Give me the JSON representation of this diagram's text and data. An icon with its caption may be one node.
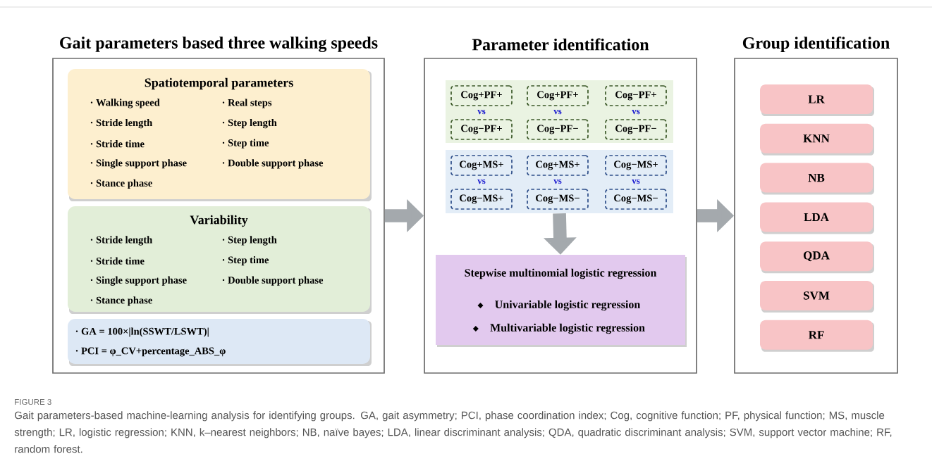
{
  "diagram": {
    "caption": "Gait parameters-based machine-learning analysis for identifying groups. GA, gait asymmetry; PCI, phase coordination index; Cog, cognitive function; PF, physical function; MS, muscle strength; LR, logistic regression; KNN, k–nearest neighbors; NB, naïve bayes; LDA, linear discriminant analysis; QDA, quadratic discriminant analysis; SVM, support vector machine; RF, random forest.",
    "nodes": [
      {
        "text": [
          "Gait parameters based three walking speeds"
        ]
      },
      {
        "text": [
          "Spatiotemporal parameters",
          "· Walking speed",
          "· Real steps",
          "· Stride length",
          "· Step length",
          "· Stride time",
          "· Step time",
          "· Single support phase",
          "· Double support phase",
          "· Stance phase"
        ],
        "in": 0
      },
      {
        "text": [
          "Variability",
          "· Stride length",
          "· Step length",
          "· Stride time",
          "· Step time",
          "· Single support phase",
          "· Double support phase",
          "· Stance phase"
        ],
        "in": 0
      },
      {
        "text": [
          "· GA = 100×|ln(SSWT/LSWT)|",
          "· PCI = φ_CV+percentage_ABS_φ"
        ],
        "in": 0
      },
      {
        "text": [
          "Parameter identification"
        ]
      },
      {
        "text": [
          "vs",
          "vs",
          "vs"
        ],
        "in": 4
      },
      {
        "text": [
          "Cog+PF+"
        ],
        "in": 5
      },
      {
        "text": [
          "Cog+PF+"
        ],
        "in": 5
      },
      {
        "text": [
          "Cog−PF+"
        ],
        "in": 5
      },
      {
        "text": [
          "Cog−PF+"
        ],
        "in": 5
      },
      {
        "text": [
          "Cog−PF−"
        ],
        "in": 5
      },
      {
        "text": [
          "Cog−PF−"
        ],
        "in": 5
      },
      {
        "text": [
          "vs",
          "vs",
          "vs"
        ],
        "in": 4
      },
      {
        "text": [
          "Cog+MS+"
        ],
        "in": 12
      },
      {
        "text": [
          "Cog+MS+"
        ],
        "in": 12
      },
      {
        "text": [
          "Cog−MS+"
        ],
        "in": 12
      },
      {
        "text": [
          "Cog−MS+"
        ],
        "in": 12
      },
      {
        "text": [
          "Cog−MS−"
        ],
        "in": 12
      },
      {
        "text": [
          "Cog−MS−"
        ],
        "in": 12
      },
      {
        "text": [
          "Stepwise multinomial logistic regression",
          "Univariable logistic regression",
          "Multivariable logistic regression"
        ],
        "in": 4
      },
      {
        "text": [
          "Group identification"
        ]
      },
      {
        "text": [
          "LR"
        ],
        "in": 20
      },
      {
        "text": [
          "KNN"
        ],
        "in": 20
      },
      {
        "text": [
          "NB"
        ],
        "in": 20
      },
      {
        "text": [
          "LDA"
        ],
        "in": 20
      },
      {
        "text": [
          "QDA"
        ],
        "in": 20
      },
      {
        "text": [
          "SVM"
        ],
        "in": 20
      },
      {
        "text": [
          "RF"
        ],
        "in": 20
      }
    ],
    "edges": [
      {
        "from": 0,
        "to": 4,
        "arrow": "to"
      },
      {
        "from": 12,
        "to": 19,
        "arrow": "to"
      },
      {
        "from": 4,
        "to": 20,
        "arrow": "to"
      }
    ],
    "labels": [
      "FIGURE 3"
    ]
  }
}
